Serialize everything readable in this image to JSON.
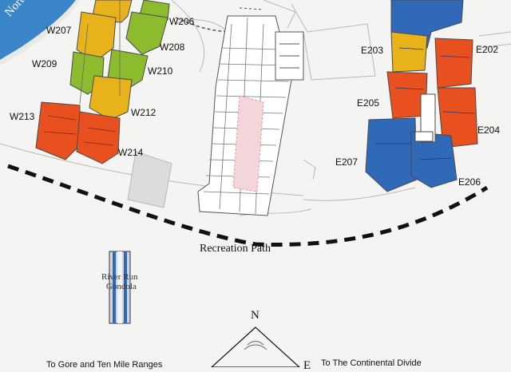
{
  "river": {
    "label": "North Fo"
  },
  "west_units": [
    "W206",
    "W207",
    "W208",
    "W209",
    "W210",
    "W212",
    "W213",
    "W214"
  ],
  "east_units": [
    "E202",
    "E203",
    "E204",
    "E205",
    "E206",
    "E207"
  ],
  "path_label": "Recreation Path",
  "gondola_label": {
    "line1": "River Run",
    "line2": "Gondola"
  },
  "compass": {
    "north": "N",
    "east": "E"
  },
  "directions": {
    "left": "To Gore and Ten Mile Ranges",
    "right": "To The Continental Divide"
  },
  "colors": {
    "orange": "#e8501f",
    "yellow": "#e8b21a",
    "green": "#8dbb2e",
    "blue": "#2f69b8",
    "river": "#3a84c8"
  }
}
